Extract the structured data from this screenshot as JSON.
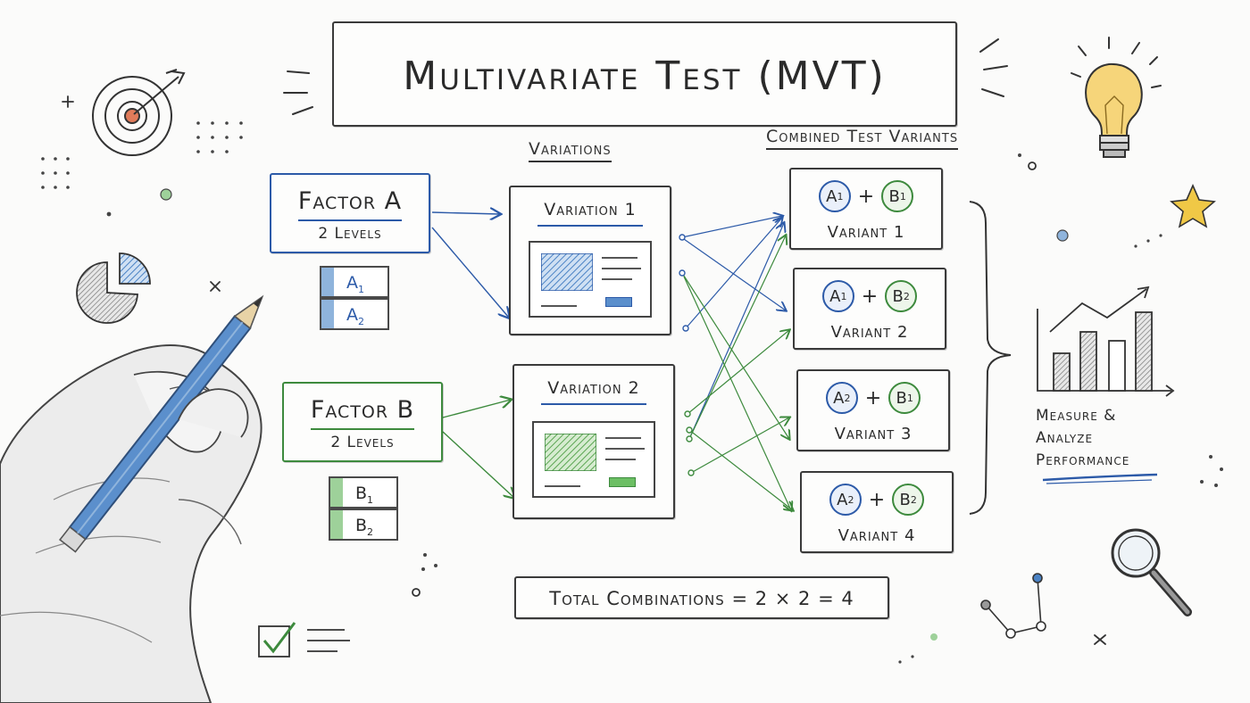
{
  "title": "Multivariate Test (MVT)",
  "sections": {
    "variations": "Variations",
    "combined": "Combined Test Variants"
  },
  "factors": [
    {
      "title": "Factor A",
      "levels": "2 Levels",
      "items": [
        {
          "base": "A",
          "sub": "1"
        },
        {
          "base": "A",
          "sub": "2"
        }
      ]
    },
    {
      "title": "Factor B",
      "levels": "2 Levels",
      "items": [
        {
          "base": "B",
          "sub": "1"
        },
        {
          "base": "B",
          "sub": "2"
        }
      ]
    }
  ],
  "variations": [
    {
      "title": "Variation 1"
    },
    {
      "title": "Variation 2"
    }
  ],
  "variants": [
    {
      "a": {
        "base": "A",
        "sub": "1"
      },
      "b": {
        "base": "B",
        "sub": "1"
      },
      "plus": "+",
      "label": "Variant 1"
    },
    {
      "a": {
        "base": "A",
        "sub": "1"
      },
      "b": {
        "base": "B",
        "sub": "2"
      },
      "plus": "+",
      "label": "Variant 2"
    },
    {
      "a": {
        "base": "A",
        "sub": "2"
      },
      "b": {
        "base": "B",
        "sub": "1"
      },
      "plus": "+",
      "label": "Variant 3"
    },
    {
      "a": {
        "base": "A",
        "sub": "2"
      },
      "b": {
        "base": "B",
        "sub": "2"
      },
      "plus": "+",
      "label": "Variant 4"
    }
  ],
  "total": "Total Combinations = 2 × 2 = 4",
  "measure": {
    "line1": "Measure &",
    "line2": "Analyze",
    "line3": "Performance"
  },
  "colors": {
    "factor_a": "#2c5aa8",
    "factor_b": "#3d8a3d",
    "ink": "#2b2b2b",
    "bulb": "#f2c14e",
    "star": "#f0c846",
    "target_center": "#e07b5a"
  },
  "icons": [
    "target-icon",
    "pie-chart-icon",
    "lightbulb-icon",
    "star-icon",
    "bar-chart-icon",
    "magnifier-icon",
    "checkbox-icon",
    "network-icon",
    "pencil-hand-illustration"
  ]
}
